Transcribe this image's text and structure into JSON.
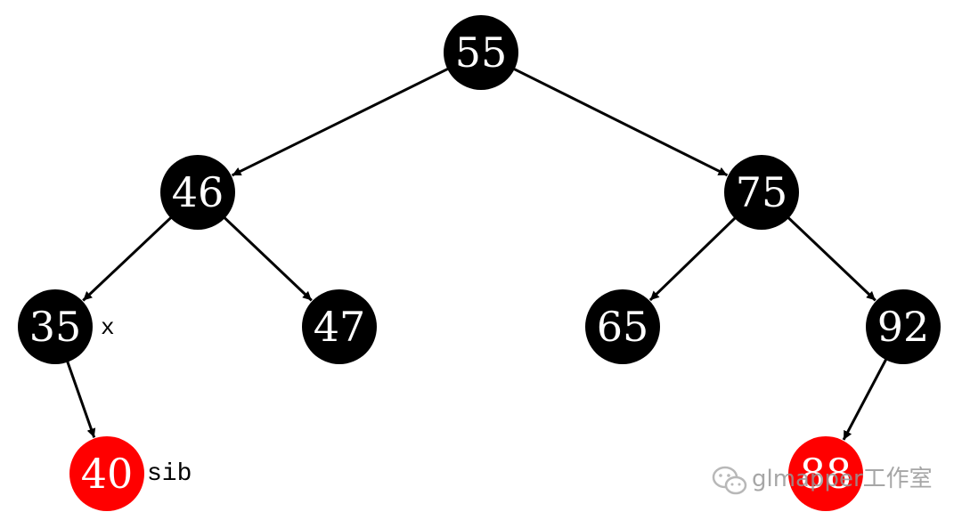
{
  "colors": {
    "black_node": "#000000",
    "red_node": "#ff0000",
    "edge": "#000000",
    "node_text": "#ffffff"
  },
  "nodes": [
    {
      "id": "n55",
      "value": "55",
      "color": "black"
    },
    {
      "id": "n46",
      "value": "46",
      "color": "black"
    },
    {
      "id": "n75",
      "value": "75",
      "color": "black"
    },
    {
      "id": "n35",
      "value": "35",
      "color": "black"
    },
    {
      "id": "n47",
      "value": "47",
      "color": "black"
    },
    {
      "id": "n65",
      "value": "65",
      "color": "black"
    },
    {
      "id": "n92",
      "value": "92",
      "color": "black"
    },
    {
      "id": "n40",
      "value": "40",
      "color": "red"
    },
    {
      "id": "n88",
      "value": "88",
      "color": "red"
    }
  ],
  "edges": [
    {
      "from": "n55",
      "to": "n46"
    },
    {
      "from": "n55",
      "to": "n75"
    },
    {
      "from": "n46",
      "to": "n35"
    },
    {
      "from": "n46",
      "to": "n47"
    },
    {
      "from": "n75",
      "to": "n65"
    },
    {
      "from": "n75",
      "to": "n92"
    },
    {
      "from": "n35",
      "to": "n40"
    },
    {
      "from": "n92",
      "to": "n88"
    }
  ],
  "annotations": [
    {
      "node": "n35",
      "text": "x"
    },
    {
      "node": "n40",
      "text": "sib"
    }
  ],
  "watermark": {
    "text": "glmapper工作室",
    "icon": "wechat-icon"
  }
}
